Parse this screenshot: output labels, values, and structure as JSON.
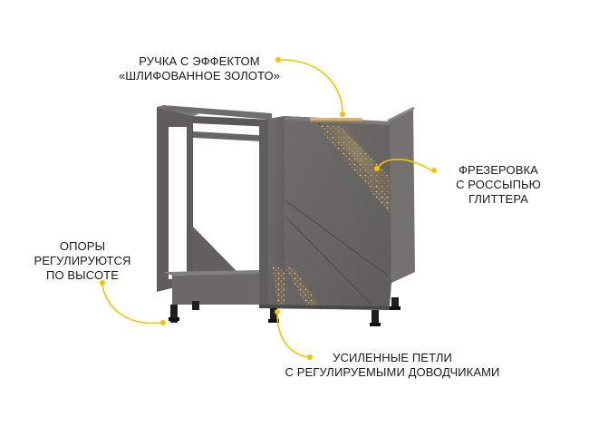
{
  "callouts": {
    "handle": {
      "lines": [
        "РУЧКА С ЭФФЕКТОМ",
        "«ШЛИФОВАННОЕ ЗОЛОТО»"
      ]
    },
    "milling": {
      "lines": [
        "ФРЕЗЕРОВКА",
        "С РОССЫПЬЮ",
        "ГЛИТТЕРА"
      ]
    },
    "legs": {
      "lines": [
        "ОПОРЫ",
        "РЕГУЛИРУЮТСЯ",
        "ПО ВЫСОТЕ"
      ]
    },
    "hinges": {
      "lines": [
        "УСИЛЕННЫЕ ПЕТЛИ",
        "С РЕГУЛИРУЕМЫМИ ДОВОДЧИКАМИ"
      ]
    }
  },
  "colors": {
    "accent": "#f2c400",
    "cabinet": "#6b6a69",
    "cabinet_dark": "#555453",
    "cabinet_light": "#7d7c7b",
    "gold": "#c9a86a",
    "text": "#1a1a1a"
  }
}
